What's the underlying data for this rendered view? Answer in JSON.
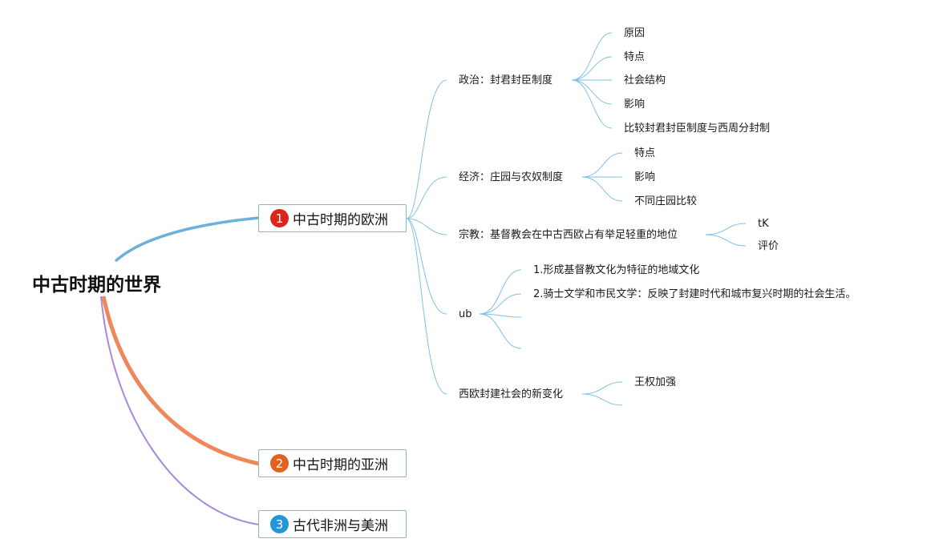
{
  "root": {
    "label": "中古时期的世界"
  },
  "topics": [
    {
      "num": "1",
      "label": "中古时期的欧洲",
      "color": "#6cb0dc",
      "badge": "#d8281a"
    },
    {
      "num": "2",
      "label": "中古时期的亚洲",
      "color": "#f0875a",
      "badge": "#e0621e"
    },
    {
      "num": "3",
      "label": "古代非洲与美洲",
      "color": "#a98ad8",
      "badge": "#2196d8"
    }
  ],
  "europe": {
    "politics": {
      "label": "政治：封君封臣制度",
      "children": [
        "原因",
        "特点",
        "社会结构",
        "影响",
        "比较封君封臣制度与西周分封制"
      ]
    },
    "economy": {
      "label": "经济：庄园与农奴制度",
      "children": [
        "特点",
        "影响",
        "不同庄园比较"
      ]
    },
    "religion": {
      "label": "宗教：基督教会在中古西欧占有举足轻重的地位",
      "children": [
        "tK",
        "评价"
      ]
    },
    "culture": {
      "label": "ub",
      "children": [
        "1.形成基督教文化为特征的地域文化",
        "2.骑士文学和市民文学：反映了封建时代和城市复兴时期的社会生活。",
        "",
        ""
      ]
    },
    "change": {
      "label": "西欧封建社会的新变化",
      "children": [
        "王权加强",
        ""
      ]
    }
  },
  "colors": {
    "branch_line": "#7fc1e4",
    "topic_border": "#8fb8b0"
  }
}
